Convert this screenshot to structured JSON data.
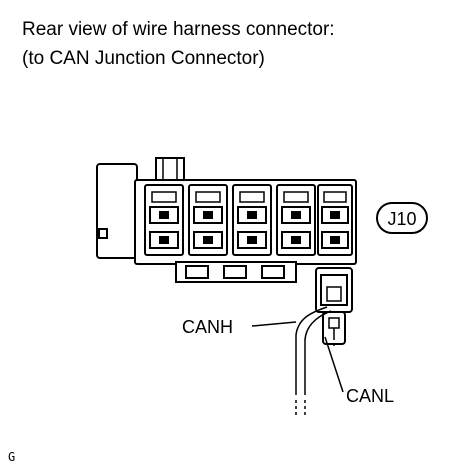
{
  "header": {
    "line1": "Rear view of wire harness connector:",
    "line2": "(to CAN Junction Connector)"
  },
  "connector": {
    "code": "J10",
    "pins": [
      {
        "label": "CANH"
      },
      {
        "label": "CANL"
      }
    ]
  },
  "footer": {
    "mark": "G"
  }
}
